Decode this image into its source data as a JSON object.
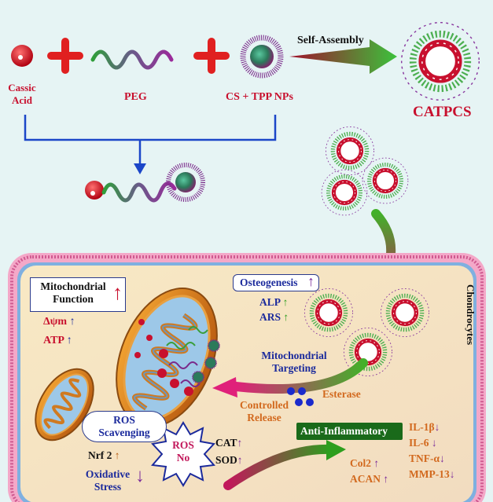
{
  "top": {
    "cassic_acid": [
      "Cassic",
      "Acid"
    ],
    "peg": "PEG",
    "cs_tpp": "CS + TPP NPs",
    "self_assembly": "Self-Assembly",
    "catpcs": "CATPCS"
  },
  "cell": {
    "chondrocytes": "Chondrocytes",
    "mito_function": [
      "Mitochondrial",
      "Function"
    ],
    "delta_psi": "Δψm",
    "atp": "ATP",
    "osteogenesis": "Osteogenesis",
    "alp": "ALP",
    "ars": "ARS",
    "mito_targeting": [
      "Mitochondrial",
      "Targeting"
    ],
    "esterase": "Esterase",
    "controlled_release": [
      "Controlled",
      "Release"
    ],
    "ros_scavenging": [
      "ROS",
      "Scavenging"
    ],
    "nrf2": "Nrf 2",
    "oxidative_stress": [
      "Oxidative",
      "Stress"
    ],
    "ros_no": [
      "ROS",
      "No"
    ],
    "cat": "CAT",
    "sod": "SOD",
    "anti_inflammatory": "Anti-Inflammatory",
    "col2": "Col2",
    "acan": "ACAN",
    "il1b": "IL-1β",
    "il6": "IL-6",
    "tnfa": "TNF-α",
    "mmp13": "MMP-13"
  },
  "colors": {
    "red": "#c8102e",
    "blue": "#1b2a9c",
    "green": "#2e9e1e",
    "magenta": "#c2185b",
    "membrane": "#e07aa8",
    "cytoplasm": "#f6e8c8"
  }
}
